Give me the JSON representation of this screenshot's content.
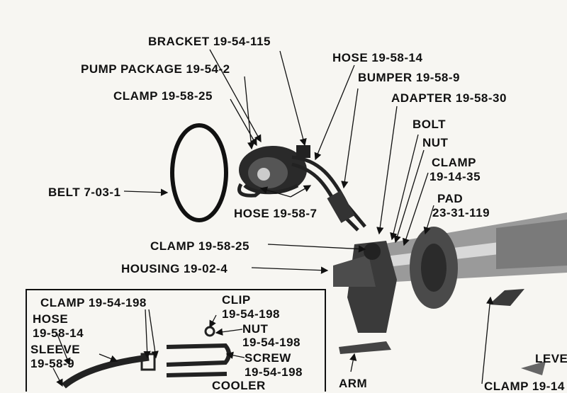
{
  "labels": {
    "bracket": "BRACKET 19-54-115",
    "hose_top": "HOSE 19-58-14",
    "pump_package": "PUMP PACKAGE 19-54-2",
    "bumper": "BUMPER 19-58-9",
    "clamp_upper": "CLAMP 19-58-25",
    "adapter": "ADAPTER 19-58-30",
    "bolt": "BOLT",
    "nut": "NUT",
    "clamp_steer_1": "CLAMP",
    "clamp_steer_2": "19-14-35",
    "pad_1": "PAD",
    "pad_2": "23-31-119",
    "belt": "BELT 7-03-1",
    "hose_mid": "HOSE 19-58-7",
    "clamp_lower": "CLAMP 19-58-25",
    "housing": "HOUSING 19-02-4",
    "arm": "ARM",
    "lever": "LEVE",
    "clamp_bottom": "CLAMP 19-14"
  },
  "inset": {
    "clamp_1": "CLAMP 19-54-198",
    "clip_1": "CLIP",
    "clip_2": "19-54-198",
    "hose_1": "HOSE",
    "hose_2": "19-58-14",
    "nut_1": "NUT",
    "nut_2": "19-54-198",
    "sleeve_1": "SLEEVE",
    "sleeve_2": "19-58-9",
    "screw_1": "SCREW",
    "screw_2": "19-54-198",
    "cooler": "COOLER"
  }
}
